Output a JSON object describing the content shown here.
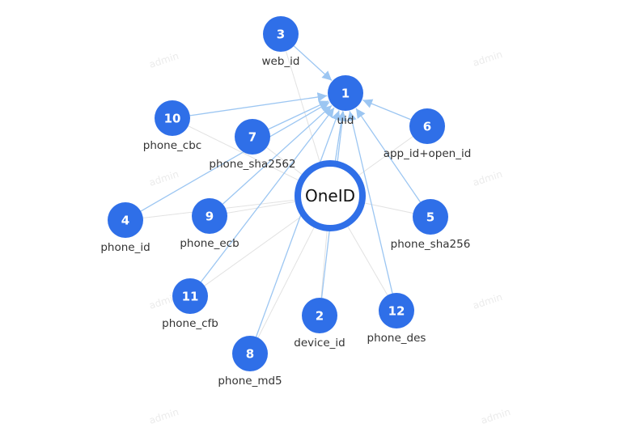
{
  "center": {
    "label": "OneID"
  },
  "nodes": [
    {
      "id": "1",
      "label": "uid"
    },
    {
      "id": "3",
      "label": "web_id"
    },
    {
      "id": "10",
      "label": "phone_cbc"
    },
    {
      "id": "7",
      "label": "phone_sha2562"
    },
    {
      "id": "6",
      "label": "app_id+open_id"
    },
    {
      "id": "4",
      "label": "phone_id"
    },
    {
      "id": "9",
      "label": "phone_ecb"
    },
    {
      "id": "5",
      "label": "phone_sha256"
    },
    {
      "id": "11",
      "label": "phone_cfb"
    },
    {
      "id": "2",
      "label": "device_id"
    },
    {
      "id": "12",
      "label": "phone_des"
    },
    {
      "id": "8",
      "label": "phone_md5"
    }
  ],
  "edges": [
    {
      "from": "3",
      "to": "1"
    },
    {
      "from": "10",
      "to": "1"
    },
    {
      "from": "7",
      "to": "1"
    },
    {
      "from": "6",
      "to": "1"
    },
    {
      "from": "4",
      "to": "1"
    },
    {
      "from": "9",
      "to": "1"
    },
    {
      "from": "5",
      "to": "1"
    },
    {
      "from": "11",
      "to": "1"
    },
    {
      "from": "2",
      "to": "1"
    },
    {
      "from": "12",
      "to": "1"
    },
    {
      "from": "8",
      "to": "1"
    },
    {
      "from": "center",
      "to": "1"
    }
  ],
  "watermark": {
    "text": "admin"
  },
  "colors": {
    "node_fill": "#2f6fe8",
    "center_stroke": "#2f6fe8",
    "edge_directed": "#9cc6f2",
    "edge_link": "#e2e2e2",
    "watermark": "#ebebeb"
  }
}
